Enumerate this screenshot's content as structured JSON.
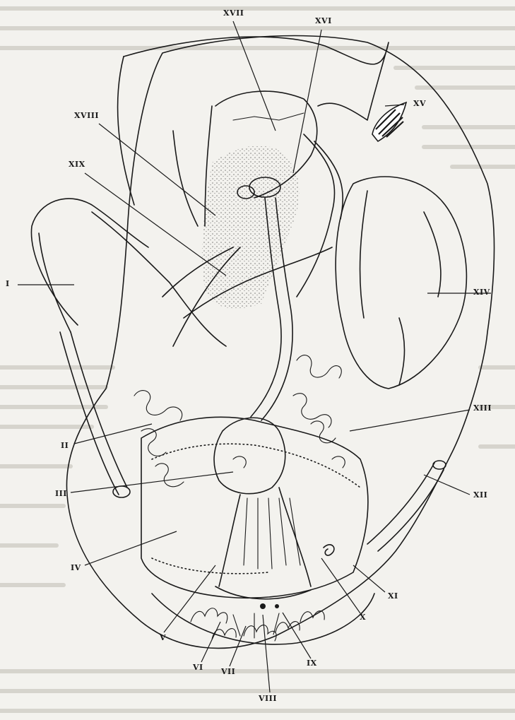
{
  "figure": {
    "labels": [
      {
        "id": "I",
        "text": "I"
      },
      {
        "id": "II",
        "text": "II"
      },
      {
        "id": "III",
        "text": "III"
      },
      {
        "id": "IV",
        "text": "IV"
      },
      {
        "id": "V",
        "text": "V"
      },
      {
        "id": "VI",
        "text": "VI"
      },
      {
        "id": "VII",
        "text": "VII"
      },
      {
        "id": "VIII",
        "text": "VIII"
      },
      {
        "id": "IX",
        "text": "IX"
      },
      {
        "id": "X",
        "text": "X"
      },
      {
        "id": "XI",
        "text": "XI"
      },
      {
        "id": "XII",
        "text": "XII"
      },
      {
        "id": "XIII",
        "text": "XIII"
      },
      {
        "id": "XIV",
        "text": "XIV"
      },
      {
        "id": "XV",
        "text": "XV"
      },
      {
        "id": "XVI",
        "text": "XVI"
      },
      {
        "id": "XVII",
        "text": "XVII"
      },
      {
        "id": "XVIII",
        "text": "XVIII"
      },
      {
        "id": "XIX",
        "text": "XIX"
      }
    ]
  },
  "colors": {
    "ink": "#1a1a1a",
    "paper": "#f3f2ee",
    "bleed_text": "#cfcdc6"
  }
}
